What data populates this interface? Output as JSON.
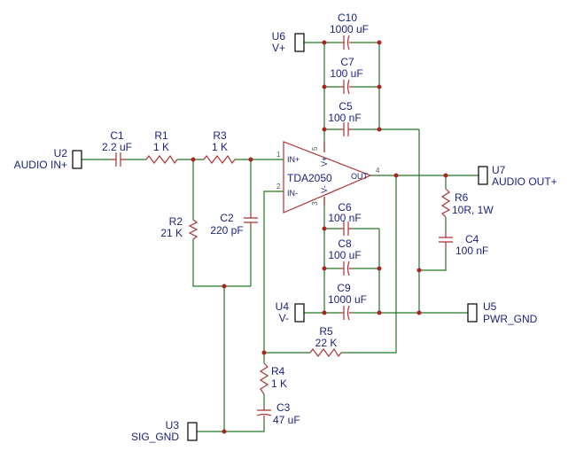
{
  "chip": {
    "part": "TDA2050",
    "pin_in_plus": "IN+",
    "pin_in_minus": "IN-",
    "pin_out": "OUT",
    "pin_vplus": "V+",
    "pin_vminus": "V-"
  },
  "pins": {
    "p1": "1",
    "p2": "2",
    "p3": "3",
    "p4": "4",
    "p5": "5"
  },
  "ports": {
    "u2": {
      "ref": "U2",
      "name": "AUDIO IN+"
    },
    "u3": {
      "ref": "U3",
      "name": "SIG_GND"
    },
    "u4": {
      "ref": "U4",
      "name": "V-"
    },
    "u5": {
      "ref": "U5",
      "name": "PWR_GND"
    },
    "u6": {
      "ref": "U6",
      "name": "V+"
    },
    "u7": {
      "ref": "U7",
      "name": "AUDIO OUT+"
    }
  },
  "parts": {
    "c1": {
      "ref": "C1",
      "value": "2.2 uF"
    },
    "r1": {
      "ref": "R1",
      "value": "1 K"
    },
    "r3": {
      "ref": "R3",
      "value": "1 K"
    },
    "r2": {
      "ref": "R2",
      "value": "21 K"
    },
    "c2": {
      "ref": "C2",
      "value": "220 pF"
    },
    "c10": {
      "ref": "C10",
      "value": "1000 uF"
    },
    "c7": {
      "ref": "C7",
      "value": "100 uF"
    },
    "c5": {
      "ref": "C5",
      "value": "100 nF"
    },
    "c6": {
      "ref": "C6",
      "value": "100 nF"
    },
    "c8": {
      "ref": "C8",
      "value": "100 uF"
    },
    "c9": {
      "ref": "C9",
      "value": "1000 uF"
    },
    "r6": {
      "ref": "R6",
      "value": "10R, 1W"
    },
    "c4": {
      "ref": "C4",
      "value": "100 nF"
    },
    "r5": {
      "ref": "R5",
      "value": "22 K"
    },
    "r4": {
      "ref": "R4",
      "value": "1 K"
    },
    "c3": {
      "ref": "C3",
      "value": "47 uF"
    }
  }
}
